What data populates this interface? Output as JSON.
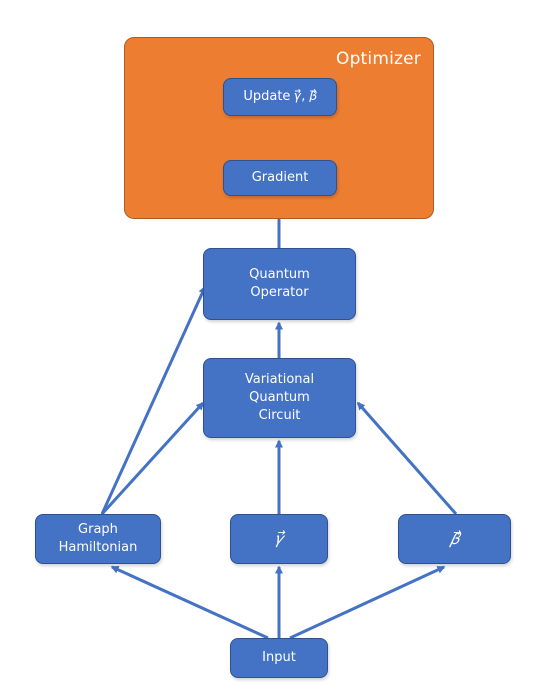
{
  "diagram": {
    "optimizer_label": "Optimizer",
    "nodes": {
      "update": "Update 𝛾⃗, 𝛽⃗",
      "gradient": "Gradient",
      "quantum_operator": "Quantum\nOperator",
      "vqc": "Variational\nQuantum\nCircuit",
      "graph_hamiltonian": "Graph\nHamiltonian",
      "gamma": "𝛾⃗",
      "beta": "𝛽⃗",
      "input": "Input"
    },
    "colors": {
      "node_fill": "#4472c4",
      "node_border": "#2f528f",
      "optimizer_fill": "#ed7d31",
      "edge": "#4472c4"
    }
  }
}
